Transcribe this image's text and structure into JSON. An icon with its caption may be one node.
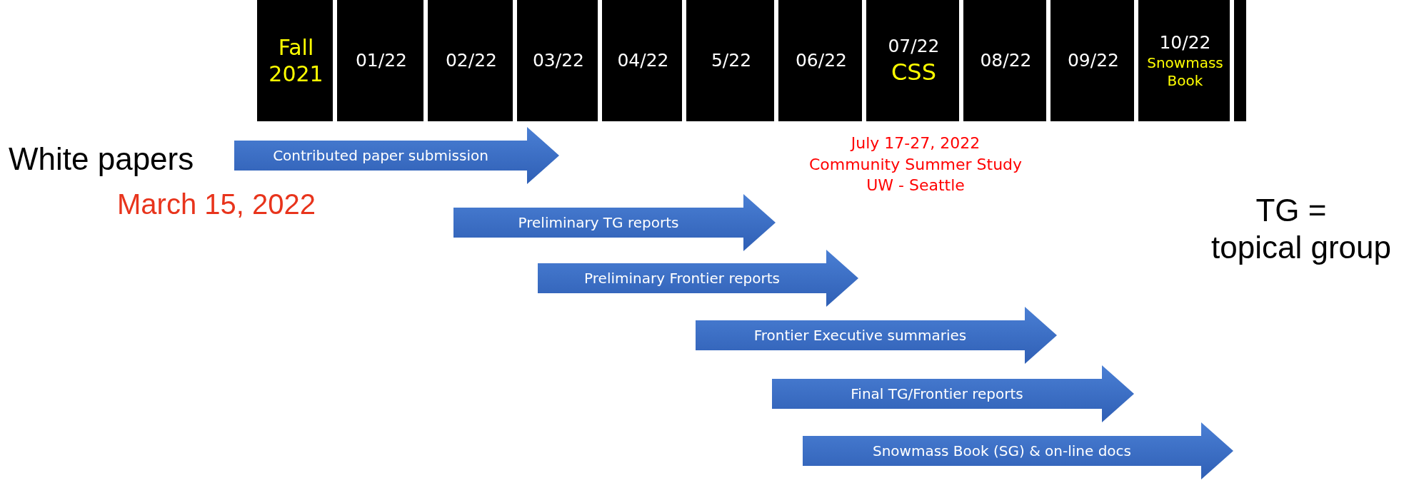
{
  "diagram": {
    "nodes": [
      {
        "text": [
          "Fall 2021"
        ]
      },
      {
        "text": [
          "01/22"
        ]
      },
      {
        "text": [
          "02/22"
        ]
      },
      {
        "text": [
          "03/22"
        ]
      },
      {
        "text": [
          "04/22"
        ]
      },
      {
        "text": [
          "5/22"
        ]
      },
      {
        "text": [
          "06/22"
        ]
      },
      {
        "text": [
          "07/22",
          "CSS"
        ]
      },
      {
        "text": [
          "08/22"
        ]
      },
      {
        "text": [
          "09/22"
        ]
      },
      {
        "text": [
          "10/22",
          "Snowmass Book"
        ]
      },
      {
        "text": [],
        "shape": "box"
      },
      {
        "text": [
          "Contributed paper submission"
        ]
      },
      {
        "text": [
          "Preliminary TG reports"
        ]
      },
      {
        "text": [
          "Preliminary Frontier reports"
        ]
      },
      {
        "text": [
          "Frontier Executive summaries"
        ]
      },
      {
        "text": [
          "Final TG/Frontier reports"
        ]
      },
      {
        "text": [
          "Snowmass Book (SG) & on-line docs"
        ]
      }
    ],
    "labels": [
      "White papers",
      "March 15, 2022",
      "July 17-27, 2022 Community Summer Study UW - Seattle",
      "TG =",
      "topical group"
    ]
  }
}
